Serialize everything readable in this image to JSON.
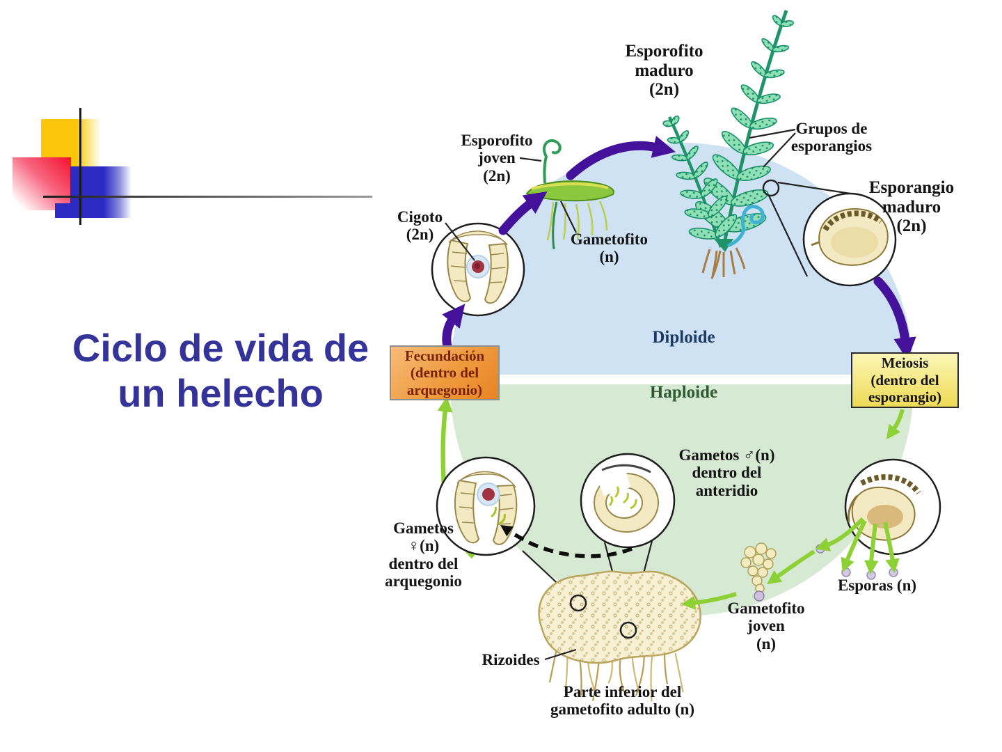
{
  "slide": {
    "title": "Ciclo de vida de\nun helecho",
    "title_color": "#333399"
  },
  "diagram": {
    "zones": {
      "diploide": "Diploide",
      "haploide": "Haploide",
      "diploide_bg": "#cfe2f3",
      "haploide_bg": "#d6e9d2"
    },
    "process_boxes": {
      "fecundacion": {
        "text": "Fecundación\n(dentro del\narquegonio)",
        "bg": "#ef9a3e",
        "text_color": "#7a2205"
      },
      "meiosis": {
        "text": "Meiosis\n(dentro del\nesporangio)",
        "bg": "#f2e178",
        "text_color": "#141414"
      }
    },
    "labels": {
      "esporofito_maduro": "Esporofito\nmaduro\n(2n)",
      "grupos_esporangios": "Grupos de\nesporangios",
      "esporangio_maduro": "Esporangio\nmaduro\n(2n)",
      "esporofito_joven": "Esporofito\njoven\n(2n)",
      "cigoto": "Cigoto\n(2n)",
      "gametofito": "Gametofito\n(n)",
      "gametos_masculinos": "Gametos ♂(n)\ndentro del\nanteridio",
      "gametos_femeninos": "Gametos\n♀(n)\ndentro del\narquegonio",
      "esporas": "Esporas (n)",
      "gametofito_joven": "Gametofito\njoven\n(n)",
      "rizoides": "Rizoides",
      "parte_inferior_gametofito": "Parte inferior del\ngametofito adulto (n)"
    },
    "arrow_colors": {
      "diploid_phase_arrows": "#44119b",
      "haploid_phase_arrows": "#8ed136"
    }
  }
}
